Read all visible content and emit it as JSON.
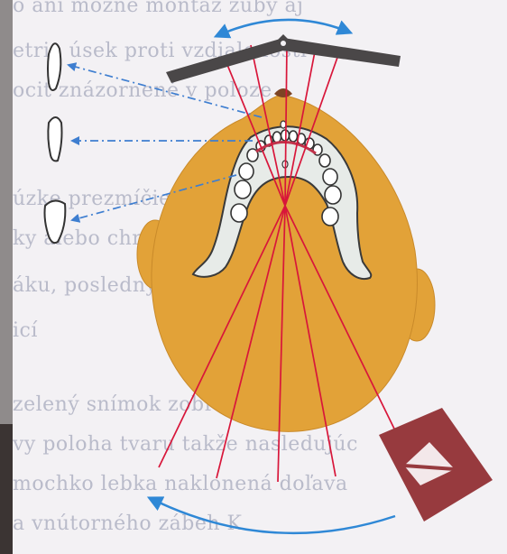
{
  "background_text": [
    "o ani možné montáž zuby aj",
    "etria úsek proti vzdialenosti",
    "ocit znázornené v poloze",
    "úzke prezmíčie v kŕdíku",
    "ky alebo chrupu pozorované",
    "áku, posledný prípad zastávaný",
    "icí",
    "zelený snímok zobrazujúci obe",
    "vy poloha tvaru takže nasledujúc",
    "mochko lebka naklonená doľava",
    "a vnútorného zábeh K"
  ],
  "colors": {
    "background": "#f3f1f4",
    "page_edge": "#8f8b8b",
    "head_fill": "#e2a238",
    "mandible_fill": "#e7ebe8",
    "beam_color": "#d8163a",
    "rotation_arrow": "#2f88d6",
    "projection_arrow": "#3e7ed0",
    "film_holder": "#4a4748",
    "xray_tube": "#973a3e",
    "nasal_tip": "#7d4424"
  },
  "icons": {
    "rotation_arrow_top": "curved-double-arrow",
    "rotation_arrow_bottom": "curved-arrow-left",
    "tooth_projections": [
      "incisor-tooth-outline",
      "canine-tooth-outline",
      "premolar-tooth-outline"
    ]
  }
}
